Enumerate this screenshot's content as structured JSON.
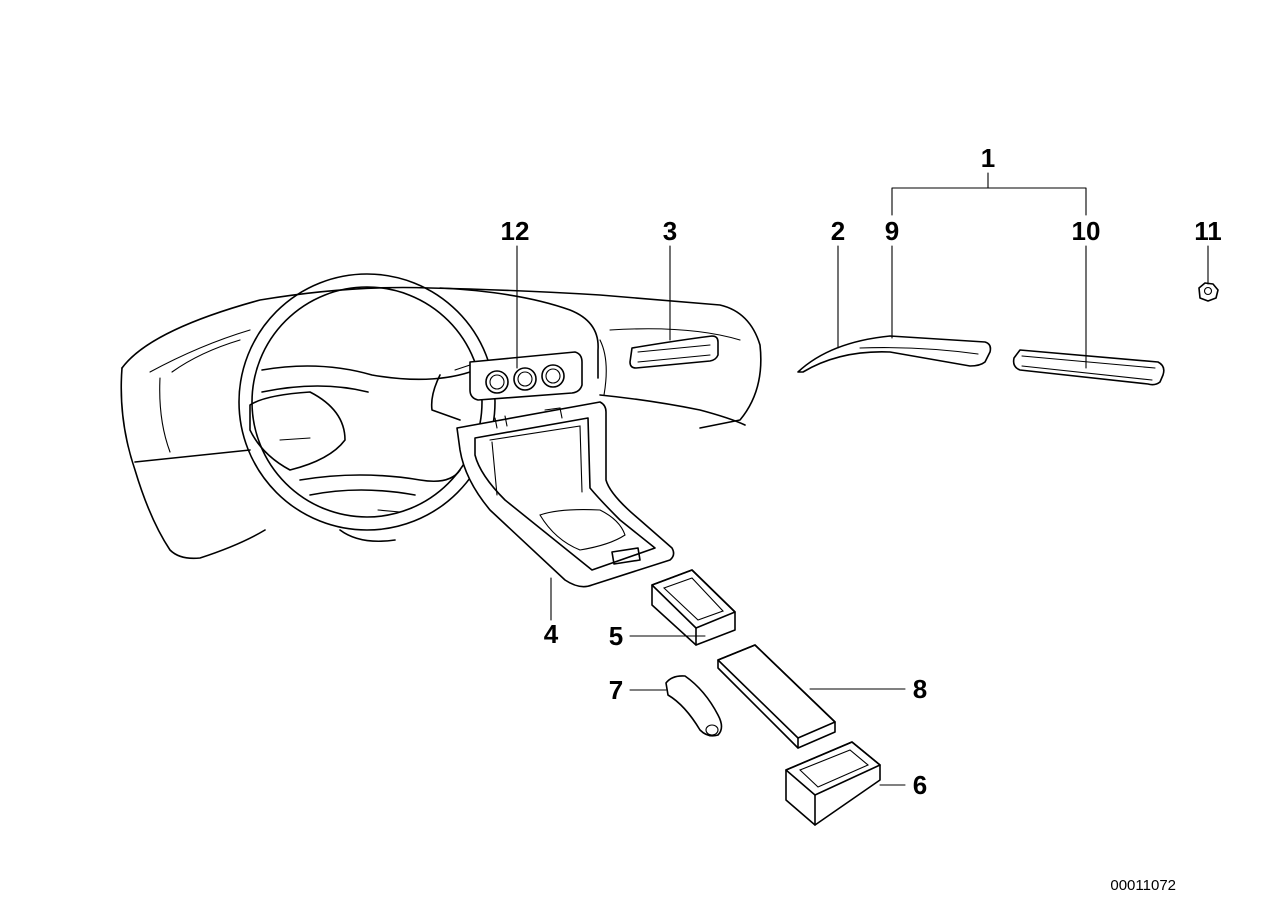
{
  "labels": {
    "p1": "1",
    "p2": "2",
    "p3": "3",
    "p4": "4",
    "p5": "5",
    "p6": "6",
    "p7": "7",
    "p8": "8",
    "p9": "9",
    "p10": "10",
    "p11": "11",
    "p12": "12"
  },
  "reference_number": "00011072"
}
